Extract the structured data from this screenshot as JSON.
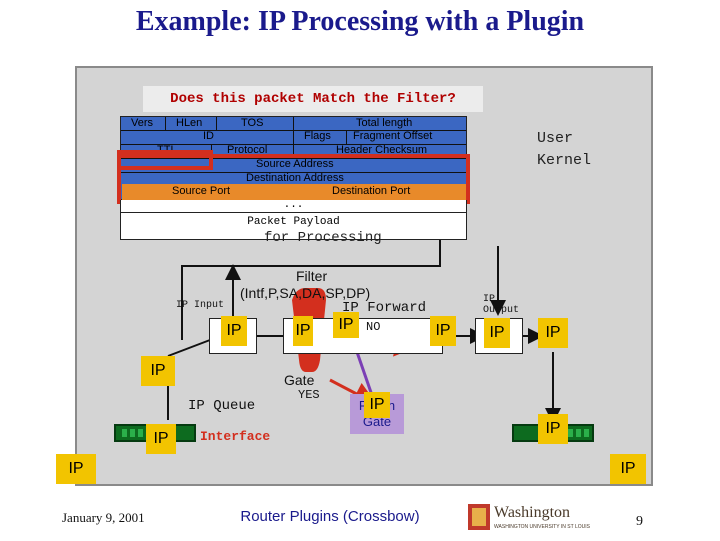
{
  "title": "Example: IP Processing with a Plugin",
  "filter_question": "Does this packet Match the Filter?",
  "user_label": "User",
  "kernel_label": "Kernel",
  "header_fields": {
    "vers": "Vers",
    "hlen": "HLen",
    "tos": "TOS",
    "total_length": "Total length",
    "id": "ID",
    "flags": "Flags",
    "fragment_offset": "Fragment Offset",
    "ttl": "TTL",
    "protocol": "Protocol",
    "header_checksum": "Header Checksum",
    "source_address": "Source Address",
    "destination_address": "Destination Address",
    "source_port": "Source Port",
    "destination_port": "Destination Port",
    "ellipsis": "...",
    "packet_payload": "Packet Payload",
    "for_processing": "for Processing"
  },
  "filter_label": "Filter",
  "filter_tuple": "(Intf,P,SA,DA,SP,DP)",
  "ip_input": "IP Input",
  "ip_forward": "IP Forward",
  "ip_output": "IP\nOutput",
  "ip_label": "IP",
  "no_label": "NO",
  "yes_label": "YES",
  "gate_label": "Gate",
  "plugin_label": "Plugin",
  "gate_word": "Gate",
  "ip_queue": "IP Queue",
  "interface": "Interface",
  "footer_date": "January 9, 2001",
  "footer_center": "Router Plugins (Crossbow)",
  "logo_name": "Washington",
  "logo_sub": "WASHINGTON UNIVERSITY IN ST LOUIS",
  "page_number": "9",
  "colors": {
    "title": "#1a1a8c",
    "panel": "#d4d4d4",
    "header_blue": "#3b67c2",
    "highlight_red": "#d32f1e",
    "highlight_orange": "#e88a2a",
    "ip_yellow": "#f2c400",
    "plugin_purple": "#b89ad8",
    "nic_green": "#0d6b1f"
  }
}
